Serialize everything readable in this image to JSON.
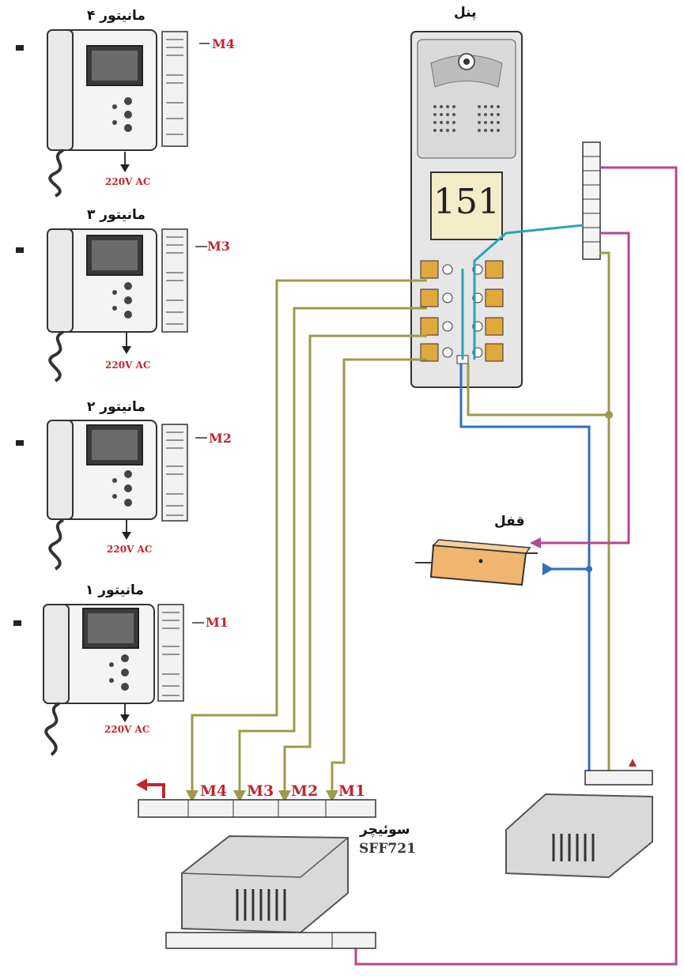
{
  "panel": {
    "title": "پنل",
    "number": "151"
  },
  "lock": {
    "title": "قفل"
  },
  "switcher": {
    "title": "سوئیچر",
    "model": "SFF721"
  },
  "monitors": [
    {
      "title": "مانیتور ۴",
      "tag": "M4",
      "power": "220V AC"
    },
    {
      "title": "مانیتور ۳",
      "tag": "M3",
      "power": "220V AC"
    },
    {
      "title": "مانیتور ۲",
      "tag": "M2",
      "power": "220V AC"
    },
    {
      "title": "مانیتور ۱",
      "tag": "M1",
      "power": "220V AC"
    }
  ],
  "switcher_inputs": [
    "M4",
    "M3",
    "M2",
    "M1"
  ],
  "colors": {
    "olive": "#9c9a4c",
    "cyan": "#2aa5b3",
    "blue": "#2f6fc0",
    "magenta": "#b3478f",
    "red": "#c0262d"
  }
}
